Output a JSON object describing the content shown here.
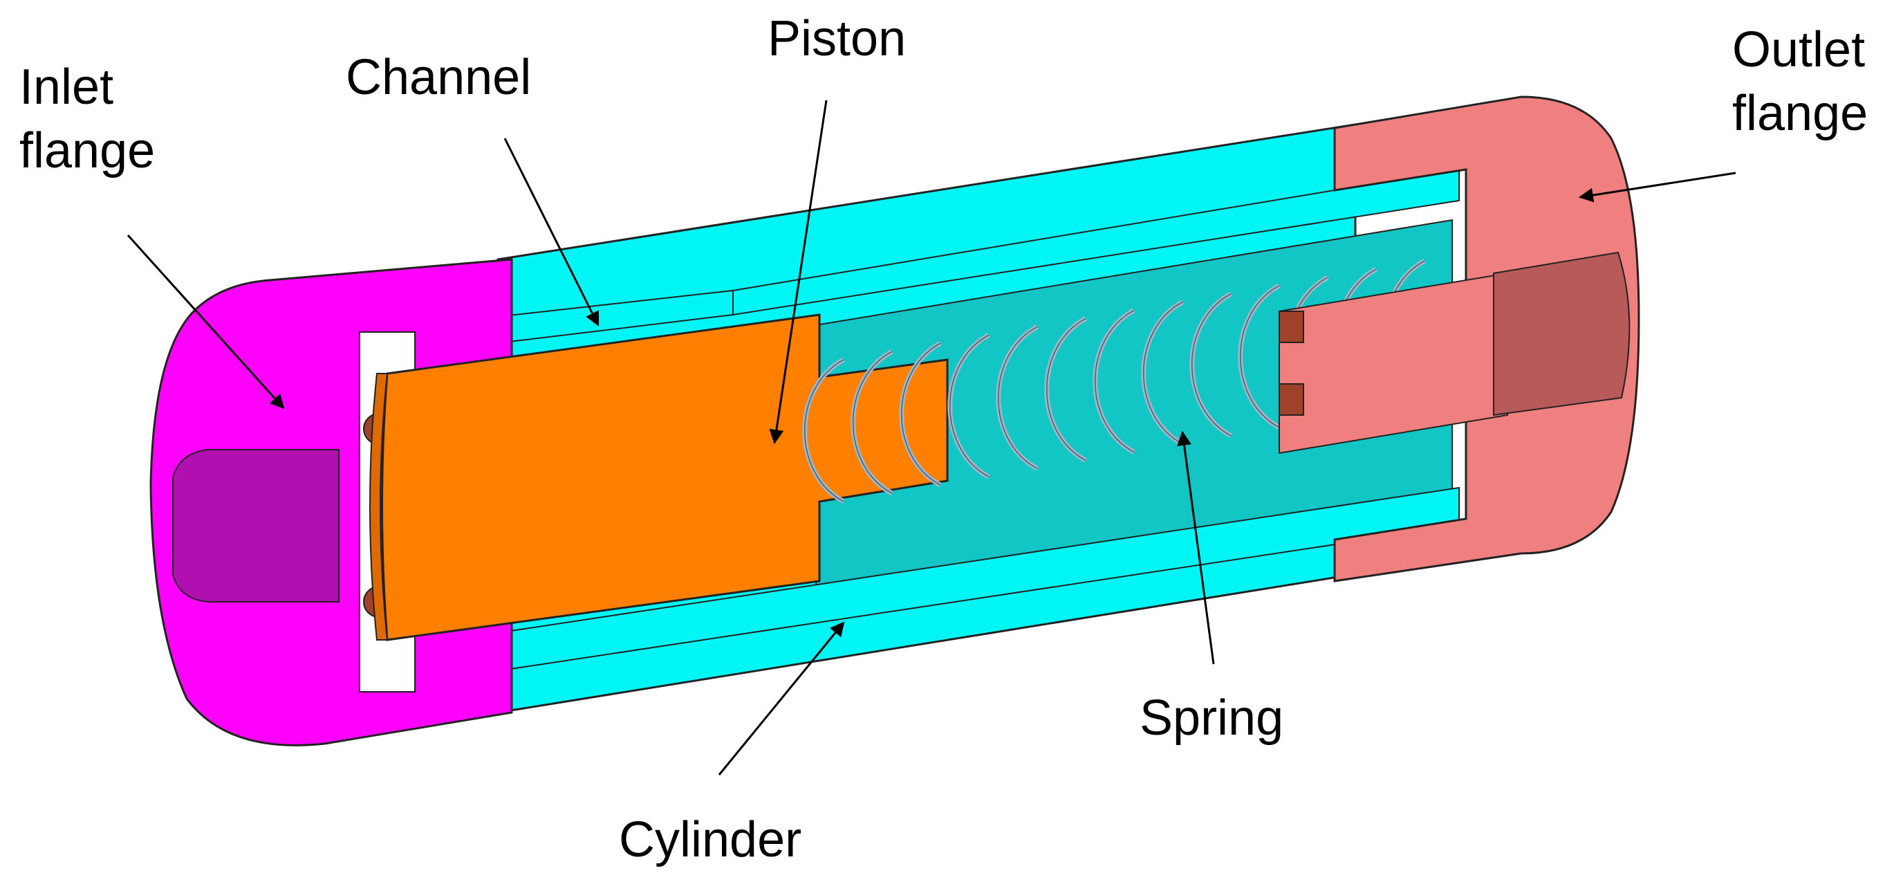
{
  "labels": {
    "inlet_flange": "Inlet\nflange",
    "channel": "Channel",
    "piston": "Piston",
    "outlet_flange": "Outlet\nflange",
    "spring": "Spring",
    "cylinder": "Cylinder"
  },
  "colors": {
    "inlet_flange": "#ff00ff",
    "inlet_flange_shade": "#b010b0",
    "cylinder": "#00f5f5",
    "cylinder_shade": "#13c6c6",
    "piston": "#ff8000",
    "piston_shade": "#e06a00",
    "outlet_flange": "#f08080",
    "outlet_flange_shade": "#b85a5a",
    "spring": "#9fb6c6",
    "outline": "#222222",
    "arrow": "#000000"
  }
}
